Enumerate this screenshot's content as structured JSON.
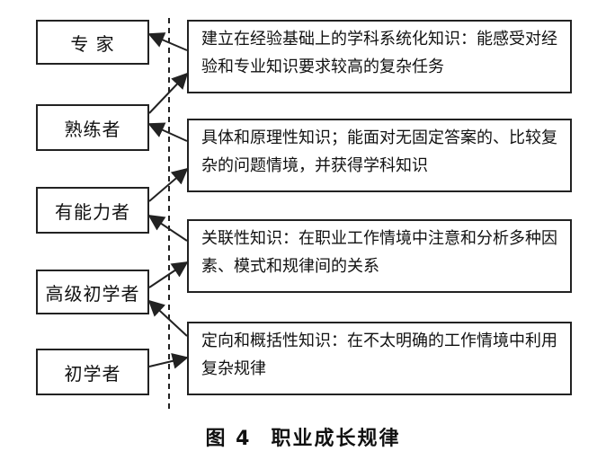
{
  "stages": [
    {
      "id": "expert",
      "label": "专 家"
    },
    {
      "id": "proficient",
      "label": "熟练者"
    },
    {
      "id": "competent",
      "label": "有能力者"
    },
    {
      "id": "advanced-beginner",
      "label": "高级初学者"
    },
    {
      "id": "novice",
      "label": "初学者"
    }
  ],
  "descriptions": [
    {
      "id": "expert",
      "text": "建立在经验基础上的学科系统化知识：能感受对经验和专业知识要求较高的复杂任务"
    },
    {
      "id": "proficient",
      "text": "具体和原理性知识；能面对无固定答案的、比较复杂的问题情境，并获得学科知识"
    },
    {
      "id": "competent",
      "text": "关联性知识：在职业工作情境中注意和分析多种因素、模式和规律间的关系"
    },
    {
      "id": "advanced-beginner",
      "text": "定向和概括性知识：在不太明确的工作情境中利用复杂规律"
    }
  ],
  "caption": {
    "figure": "图 4",
    "title": "职业成长规律"
  }
}
